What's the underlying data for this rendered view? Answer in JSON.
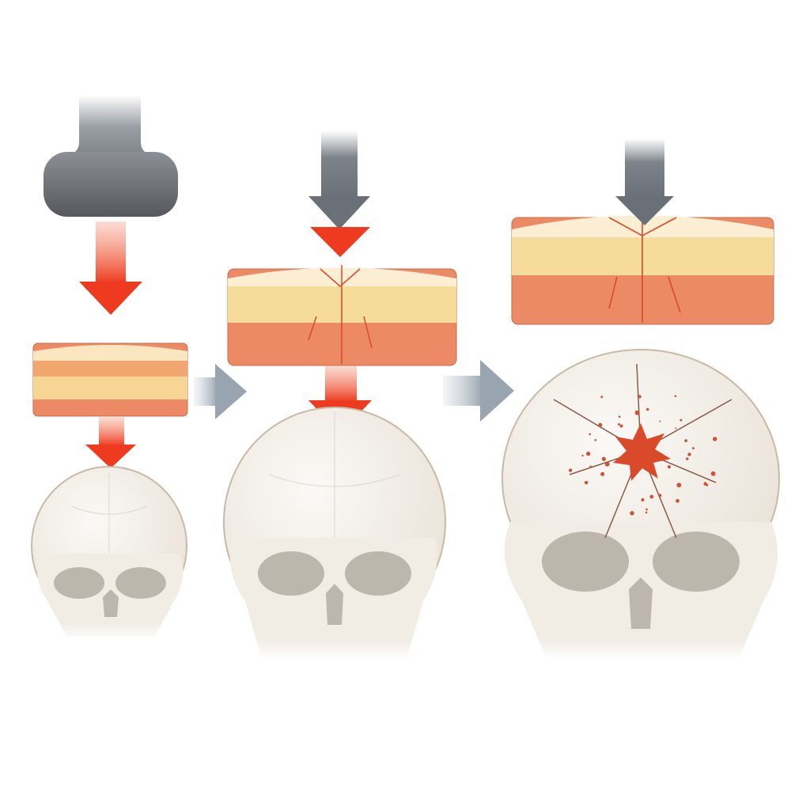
{
  "diagram": {
    "stages": [
      {
        "impactor_icon": "hammer-icon",
        "severity": "mild"
      },
      {
        "impactor_icon": "force-arrow-icon",
        "severity": "moderate"
      },
      {
        "impactor_icon": "force-arrow-icon",
        "severity": "severe"
      }
    ],
    "colors": {
      "background": "#ffffff",
      "force_arrow": "#ee3a1e",
      "impactor": "#6e7074",
      "transition_arrow": "#a9b4bf",
      "skin": "#fbeed2",
      "fat": "#f6dc9a",
      "muscle": "#ec8a66",
      "bone": "#f1ece4",
      "bone_outline": "#c9b9a6",
      "eye_socket": "#bdb6ac",
      "fracture": "#d9492a"
    }
  }
}
